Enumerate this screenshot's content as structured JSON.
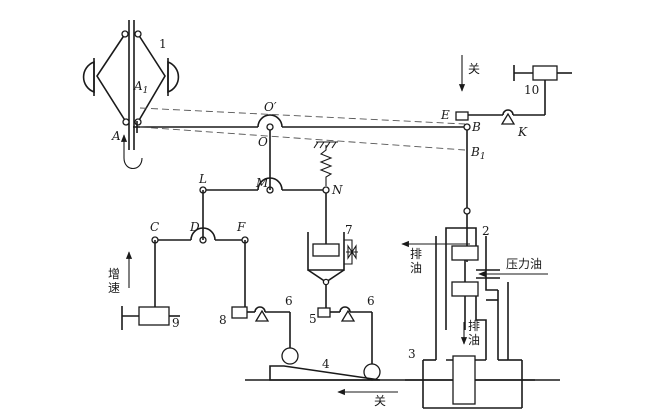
{
  "labels": {
    "point_A": "A",
    "point_A1_base": "A",
    "point_A1_sub": "1",
    "point_O_prime": "O′",
    "point_O": "O",
    "point_E": "E",
    "point_B": "B",
    "point_B1_base": "B",
    "point_B1_sub": "1",
    "point_K": "K",
    "point_L": "L",
    "point_M": "M",
    "point_N": "N",
    "point_C": "C",
    "point_D": "D",
    "point_F": "F"
  },
  "components": {
    "c1": "1",
    "c2": "2",
    "c3": "3",
    "c4": "4",
    "c5": "5",
    "c6_left": "6",
    "c6_right": "6",
    "c7": "7",
    "c8": "8",
    "c9": "9",
    "c10": "10"
  },
  "text": {
    "close_top": "关",
    "close_bottom": "关",
    "drain_left": "排\n油",
    "drain_center": "排\n油",
    "pressure_oil": "压力油",
    "speed_up": "增\n速"
  }
}
